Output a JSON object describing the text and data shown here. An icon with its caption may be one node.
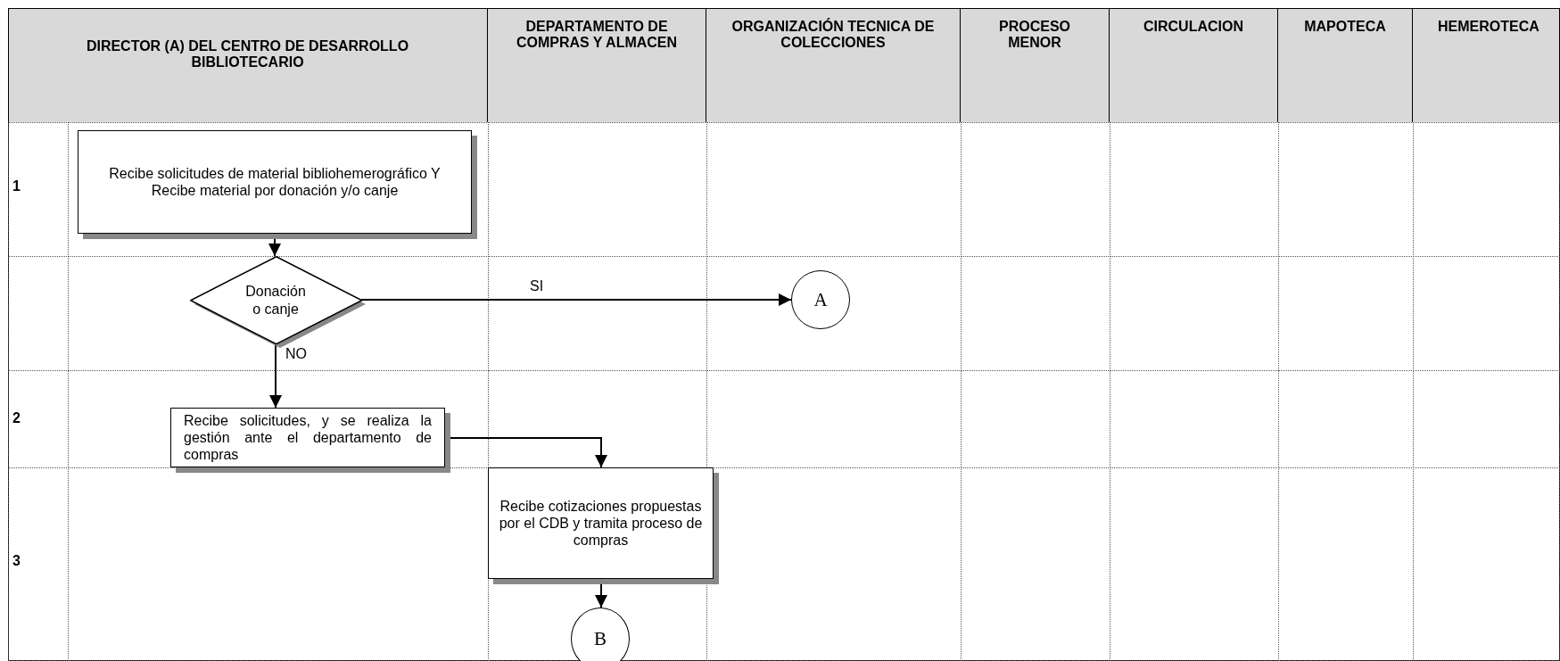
{
  "diagram": {
    "nodes": [
      {
        "text": [
          "Recibe solicitudes de material bibliohemerográfico Y Recibe material por donación y/o canje"
        ]
      },
      {
        "text": [
          "Donación o canje"
        ]
      },
      {
        "text": [
          "A"
        ]
      },
      {
        "text": [
          "Recibe solicitudes, y se realiza la gestión ante el departamento de compras"
        ]
      },
      {
        "text": [
          "Recibe cotizaciones propuestas por el CDB y tramita proceso de compras"
        ]
      },
      {
        "text": [
          "B"
        ]
      }
    ],
    "edges": [
      {
        "from": 0,
        "to": 1,
        "arrow": "to"
      },
      {
        "from": 1,
        "to": 2,
        "arrow": "to",
        "label": "SI"
      },
      {
        "from": 1,
        "to": 3,
        "arrow": "to",
        "label": "NO"
      },
      {
        "from": 3,
        "to": 4,
        "arrow": "to"
      },
      {
        "from": 4,
        "to": 5,
        "arrow": "to"
      }
    ],
    "labels": [
      "DIRECTOR (A) DEL CENTRO DE DESARROLLO BIBLIOTECARIO",
      "DEPARTAMENTO DE COMPRAS Y ALMACEN",
      "ORGANIZACIÓN TECNICA DE COLECCIONES",
      "PROCESO MENOR",
      "CIRCULACION",
      "MAPOTECA",
      "HEMEROTECA",
      "1",
      "2",
      "3"
    ]
  }
}
